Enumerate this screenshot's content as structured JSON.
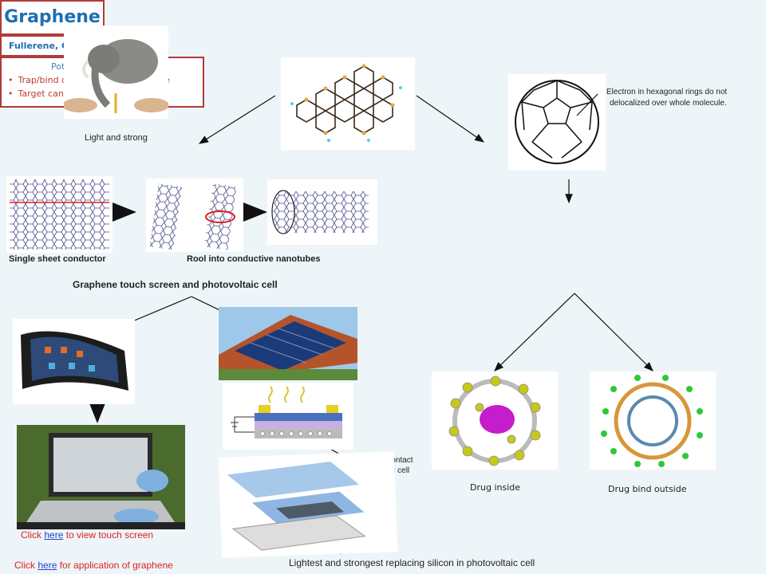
{
  "title": "Graphene",
  "fullerene": {
    "label": "Fullerene, C60",
    "note_line1": "Electron in hexagonal rings do not",
    "note_line2": "delocalized over whole molecule."
  },
  "labels": {
    "light_strong": "Light and strong",
    "single_sheet": "Single sheet conductor",
    "rool": "Rool into conductive nanotubes",
    "touch_pv": "Graphene touch screen and photovoltaic cell",
    "electrical_line1": "Electrical contact",
    "electrical_line2": "photovoltaic cell",
    "lightest": "Lightest and strongest replacing silicon in photovoltaic cell",
    "drug_inside": "Drug inside",
    "drug_outside": "Drug bind outside"
  },
  "medicinal": {
    "title": "Potential medicinal use",
    "items": [
      "Trap/bind drug inside/outside cage",
      "Target cancer cells"
    ]
  },
  "links": {
    "touch_prefix": "Click ",
    "touch_link": "here",
    "touch_suffix": " to view touch screen",
    "app_prefix": "Click ",
    "app_link": "here",
    "app_suffix": " for application of graphene"
  },
  "colors": {
    "title_blue": "#1f6fb4",
    "box_border": "#b03a3a",
    "list_red": "#c0392b",
    "link_blue": "#1f45c8"
  }
}
